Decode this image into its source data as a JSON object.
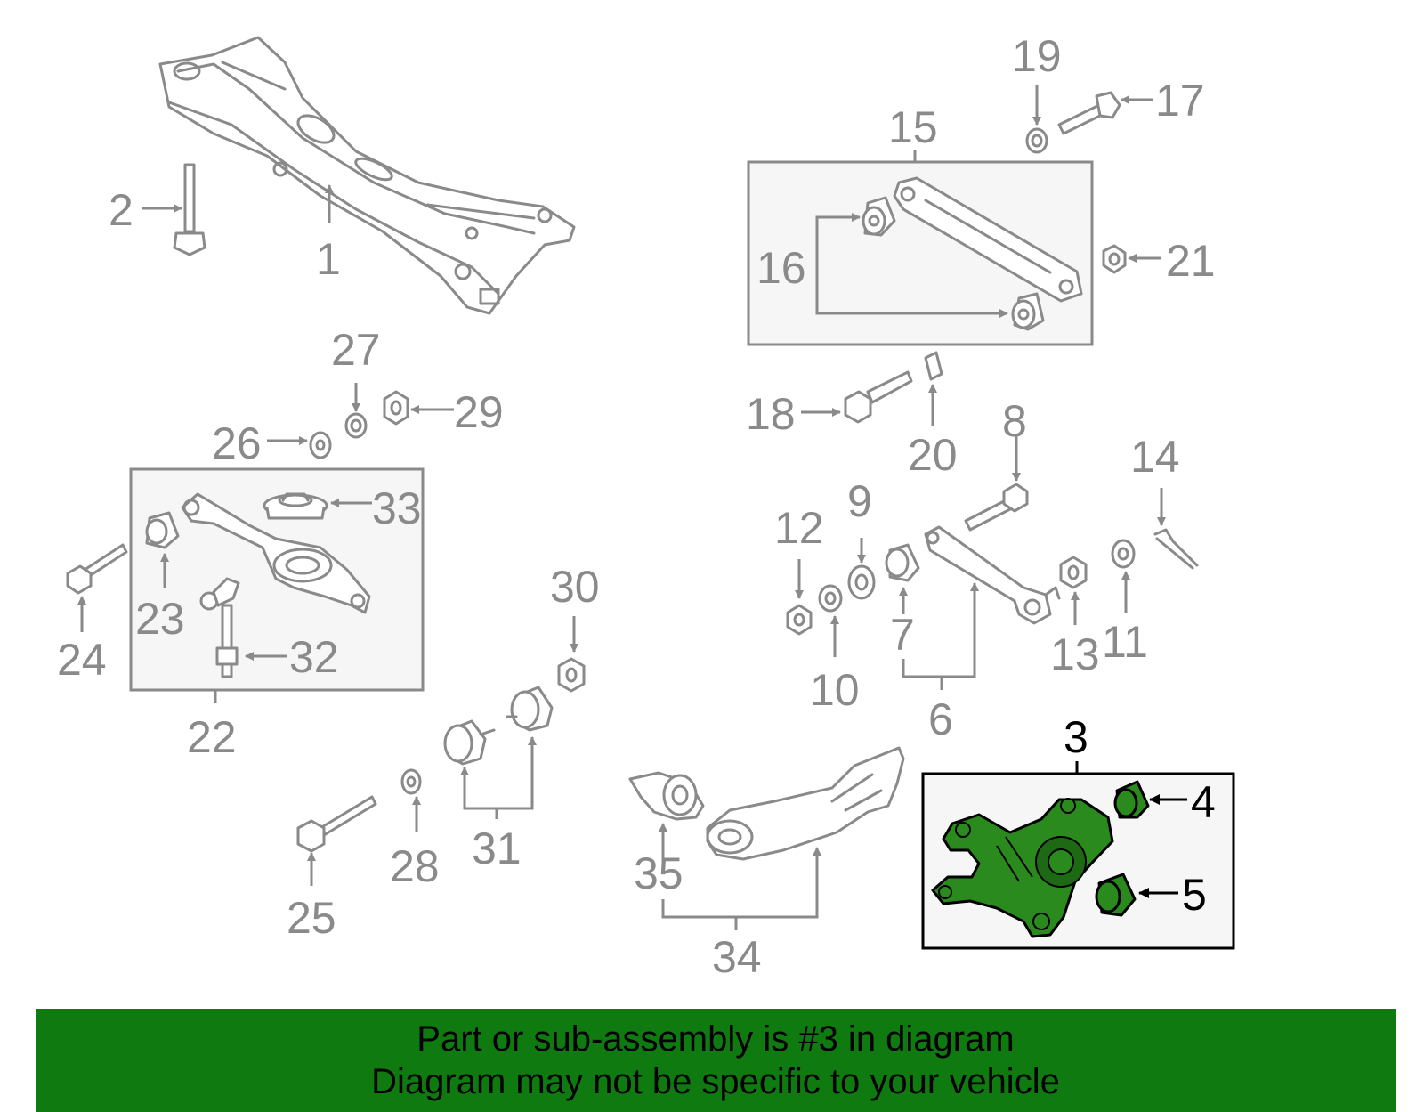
{
  "diagram": {
    "highlighted_part": "3",
    "highlight_color": "#2a8a1e",
    "line_color": "#8a8a8a",
    "labels": {
      "p1": "1",
      "p2": "2",
      "p3": "3",
      "p4": "4",
      "p5": "5",
      "p6": "6",
      "p7": "7",
      "p8": "8",
      "p9": "9",
      "p10": "10",
      "p11": "11",
      "p12": "12",
      "p13": "13",
      "p14": "14",
      "p15": "15",
      "p16": "16",
      "p17": "17",
      "p18": "18",
      "p19": "19",
      "p20": "20",
      "p21": "21",
      "p22": "22",
      "p23": "23",
      "p24": "24",
      "p25": "25",
      "p26": "26",
      "p27": "27",
      "p28": "28",
      "p29": "29",
      "p30": "30",
      "p31": "31",
      "p32": "32",
      "p33": "33",
      "p34": "34",
      "p35": "35"
    }
  },
  "banner": {
    "line1": "Part or sub-assembly is #3 in diagram",
    "line2": "Diagram may not be specific to your vehicle",
    "background": "#0f7a0f"
  }
}
